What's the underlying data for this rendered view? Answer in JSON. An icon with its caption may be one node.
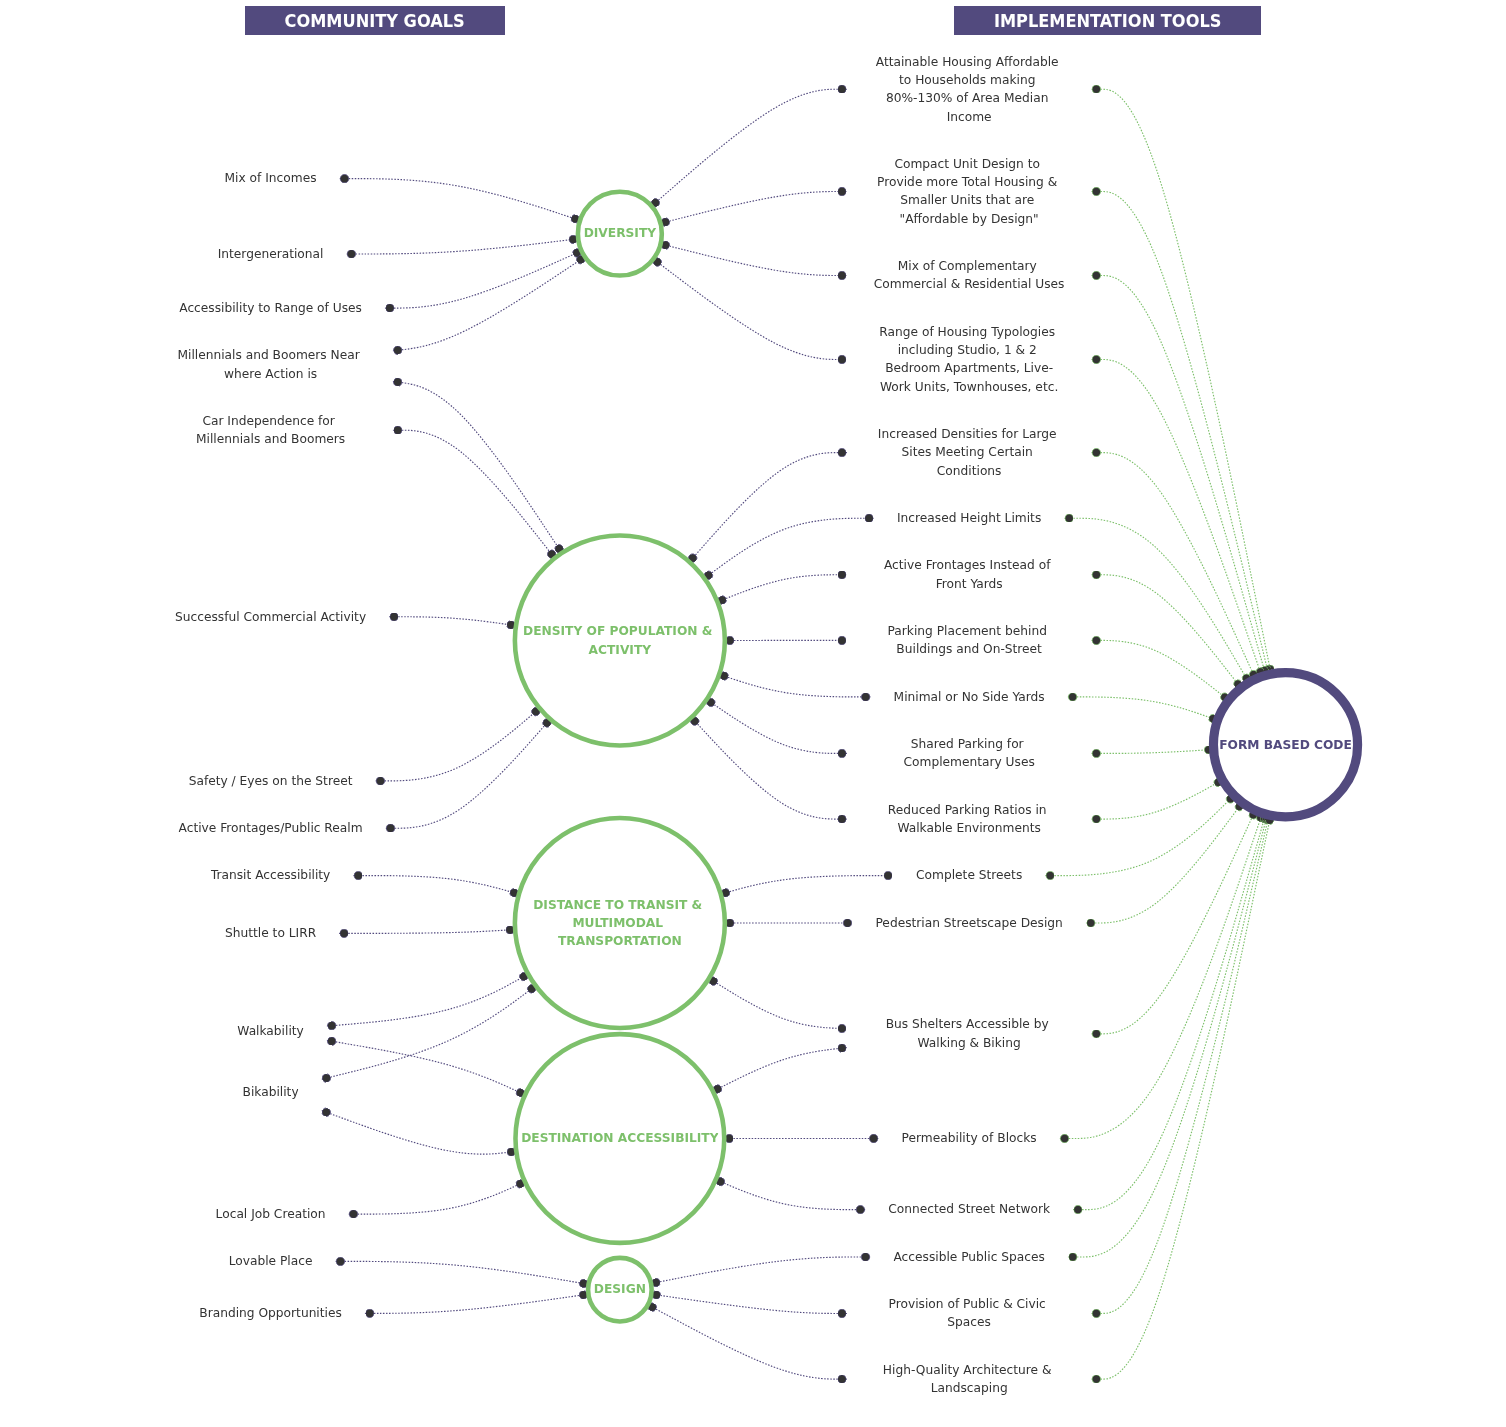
{
  "diagram": {
    "nodes": [
      {
        "text": [
          "Mix of Incomes"
        ]
      },
      {
        "text": [
          "Intergenerational"
        ]
      },
      {
        "text": [
          "Accessibility to Range of Uses"
        ]
      },
      {
        "text": [
          "Millennials and Boomers Near where Action is"
        ]
      },
      {
        "text": [
          "Car Independence for Millennials and Boomers"
        ]
      },
      {
        "text": [
          "Successful Commercial Activity"
        ]
      },
      {
        "text": [
          "Safety / Eyes on the Street"
        ]
      },
      {
        "text": [
          "Active Frontages/Public Realm"
        ]
      },
      {
        "text": [
          "Transit Accessibility"
        ]
      },
      {
        "text": [
          "Shuttle to LIRR"
        ]
      },
      {
        "text": [
          "Walkability"
        ]
      },
      {
        "text": [
          "Bikability"
        ]
      },
      {
        "text": [
          "Local Job Creation"
        ]
      },
      {
        "text": [
          "Lovable Place"
        ]
      },
      {
        "text": [
          "Branding Opportunities"
        ]
      },
      {
        "text": [
          "DIVERSITY"
        ]
      },
      {
        "text": [
          "DENSITY OF POPULATION & ACTIVITY"
        ]
      },
      {
        "text": [
          "DISTANCE TO TRANSIT & MULTIMODAL TRANSPORTATION"
        ]
      },
      {
        "text": [
          "DESTINATION ACCESSIBILITY"
        ]
      },
      {
        "text": [
          "DESIGN"
        ]
      },
      {
        "text": [
          "Attainable Housing Affordable to Households making 80%-130% of Area Median Income"
        ]
      },
      {
        "text": [
          "Compact Unit Design to Provide more Total Housing & Smaller Units that are \"Affordable by Design\""
        ]
      },
      {
        "text": [
          "Mix of Complementary Commercial & Residential Uses"
        ]
      },
      {
        "text": [
          "Range of Housing Typologies including Studio, 1 & 2 Bedroom Apartments, Live-Work Units, Townhouses, etc."
        ]
      },
      {
        "text": [
          "Increased Densities for Large Sites Meeting Certain Conditions"
        ]
      },
      {
        "text": [
          "Increased Height Limits"
        ]
      },
      {
        "text": [
          "Active Frontages Instead of Front Yards"
        ]
      },
      {
        "text": [
          "Parking Placement behind Buildings and On-Street"
        ]
      },
      {
        "text": [
          "Minimal or No Side Yards"
        ]
      },
      {
        "text": [
          "Shared Parking for Complementary Uses"
        ]
      },
      {
        "text": [
          "Reduced Parking Ratios in Walkable Environments"
        ]
      },
      {
        "text": [
          "Complete Streets"
        ]
      },
      {
        "text": [
          "Pedestrian Streetscape Design"
        ]
      },
      {
        "text": [
          "Bus Shelters Accessible by Walking & Biking"
        ]
      },
      {
        "text": [
          "Permeability of Blocks"
        ]
      },
      {
        "text": [
          "Connected Street Network"
        ]
      },
      {
        "text": [
          "Accessible Public Spaces"
        ]
      },
      {
        "text": [
          "Provision of Public & Civic Spaces"
        ]
      },
      {
        "text": [
          "High-Quality Architecture & Landscaping"
        ]
      },
      {
        "text": [
          "FORM BASED CODE"
        ]
      }
    ],
    "edges": [
      {
        "from": 0,
        "to": 15,
        "arrow": "other",
        "style": "dashed"
      },
      {
        "from": 1,
        "to": 15,
        "arrow": "other",
        "style": "dashed"
      },
      {
        "from": 2,
        "to": 15,
        "arrow": "other",
        "style": "dashed"
      },
      {
        "from": 3,
        "to": 15,
        "arrow": "other",
        "style": "dashed"
      },
      {
        "from": 3,
        "to": 16,
        "arrow": "other",
        "style": "dashed"
      },
      {
        "from": 4,
        "to": 16,
        "arrow": "other",
        "style": "dashed"
      },
      {
        "from": 5,
        "to": 16,
        "arrow": "other",
        "style": "dashed"
      },
      {
        "from": 6,
        "to": 16,
        "arrow": "other",
        "style": "dashed"
      },
      {
        "from": 7,
        "to": 16,
        "arrow": "other",
        "style": "dashed"
      },
      {
        "from": 8,
        "to": 17,
        "arrow": "other",
        "style": "dashed"
      },
      {
        "from": 9,
        "to": 17,
        "arrow": "other",
        "style": "dashed"
      },
      {
        "from": 10,
        "to": 17,
        "arrow": "other",
        "style": "dashed"
      },
      {
        "from": 10,
        "to": 18,
        "arrow": "other",
        "style": "dashed"
      },
      {
        "from": 11,
        "to": 17,
        "arrow": "other",
        "style": "dashed"
      },
      {
        "from": 11,
        "to": 18,
        "arrow": "other",
        "style": "dashed"
      },
      {
        "from": 12,
        "to": 18,
        "arrow": "other",
        "style": "dashed"
      },
      {
        "from": 13,
        "to": 19,
        "arrow": "other",
        "style": "dashed"
      },
      {
        "from": 14,
        "to": 19,
        "arrow": "other",
        "style": "dashed"
      },
      {
        "from": 15,
        "to": 20,
        "arrow": "other",
        "style": "dashed"
      },
      {
        "from": 15,
        "to": 21,
        "arrow": "other",
        "style": "dashed"
      },
      {
        "from": 15,
        "to": 22,
        "arrow": "other",
        "style": "dashed"
      },
      {
        "from": 15,
        "to": 23,
        "arrow": "other",
        "style": "dashed"
      },
      {
        "from": 16,
        "to": 24,
        "arrow": "other",
        "style": "dashed"
      },
      {
        "from": 16,
        "to": 25,
        "arrow": "other",
        "style": "dashed"
      },
      {
        "from": 16,
        "to": 26,
        "arrow": "other",
        "style": "dashed"
      },
      {
        "from": 16,
        "to": 27,
        "arrow": "other",
        "style": "dashed"
      },
      {
        "from": 16,
        "to": 28,
        "arrow": "other",
        "style": "dashed"
      },
      {
        "from": 16,
        "to": 29,
        "arrow": "other",
        "style": "dashed"
      },
      {
        "from": 16,
        "to": 30,
        "arrow": "other",
        "style": "dashed"
      },
      {
        "from": 17,
        "to": 31,
        "arrow": "other",
        "style": "dashed"
      },
      {
        "from": 17,
        "to": 32,
        "arrow": "other",
        "style": "dashed"
      },
      {
        "from": 17,
        "to": 33,
        "arrow": "other",
        "style": "dashed"
      },
      {
        "from": 18,
        "to": 33,
        "arrow": "other",
        "style": "dashed"
      },
      {
        "from": 18,
        "to": 34,
        "arrow": "other",
        "style": "dashed"
      },
      {
        "from": 18,
        "to": 35,
        "arrow": "other",
        "style": "dashed"
      },
      {
        "from": 19,
        "to": 36,
        "arrow": "other",
        "style": "dashed"
      },
      {
        "from": 19,
        "to": 37,
        "arrow": "other",
        "style": "dashed"
      },
      {
        "from": 19,
        "to": 38,
        "arrow": "other",
        "style": "dashed"
      },
      {
        "from": 20,
        "to": 39,
        "arrow": "other",
        "style": "dashed",
        "color": "#7dc06b"
      },
      {
        "from": 21,
        "to": 39,
        "arrow": "other",
        "style": "dashed",
        "color": "#7dc06b"
      },
      {
        "from": 22,
        "to": 39,
        "arrow": "other",
        "style": "dashed",
        "color": "#7dc06b"
      },
      {
        "from": 23,
        "to": 39,
        "arrow": "other",
        "style": "dashed",
        "color": "#7dc06b"
      },
      {
        "from": 24,
        "to": 39,
        "arrow": "other",
        "style": "dashed",
        "color": "#7dc06b"
      },
      {
        "from": 25,
        "to": 39,
        "arrow": "other",
        "style": "dashed",
        "color": "#7dc06b"
      },
      {
        "from": 26,
        "to": 39,
        "arrow": "other",
        "style": "dashed",
        "color": "#7dc06b"
      },
      {
        "from": 27,
        "to": 39,
        "arrow": "other",
        "style": "dashed",
        "color": "#7dc06b"
      },
      {
        "from": 28,
        "to": 39,
        "arrow": "other",
        "style": "dashed",
        "color": "#7dc06b"
      },
      {
        "from": 29,
        "to": 39,
        "arrow": "other",
        "style": "dashed",
        "color": "#7dc06b"
      },
      {
        "from": 30,
        "to": 39,
        "arrow": "other",
        "style": "dashed",
        "color": "#7dc06b"
      },
      {
        "from": 31,
        "to": 39,
        "arrow": "other",
        "style": "dashed",
        "color": "#7dc06b"
      },
      {
        "from": 32,
        "to": 39,
        "arrow": "other",
        "style": "dashed",
        "color": "#7dc06b"
      },
      {
        "from": 33,
        "to": 39,
        "arrow": "other",
        "style": "dashed",
        "color": "#7dc06b"
      },
      {
        "from": 34,
        "to": 39,
        "arrow": "other",
        "style": "dashed",
        "color": "#7dc06b"
      },
      {
        "from": 35,
        "to": 39,
        "arrow": "other",
        "style": "dashed",
        "color": "#7dc06b"
      },
      {
        "from": 36,
        "to": 39,
        "arrow": "other",
        "style": "dashed",
        "color": "#7dc06b"
      },
      {
        "from": 37,
        "to": 39,
        "arrow": "other",
        "style": "dashed",
        "color": "#7dc06b"
      },
      {
        "from": 38,
        "to": 39,
        "arrow": "other",
        "style": "dashed",
        "color": "#7dc06b"
      }
    ],
    "labels": [
      "COMMUNITY GOALS",
      "IMPLEMENTATION TOOLS"
    ]
  }
}
